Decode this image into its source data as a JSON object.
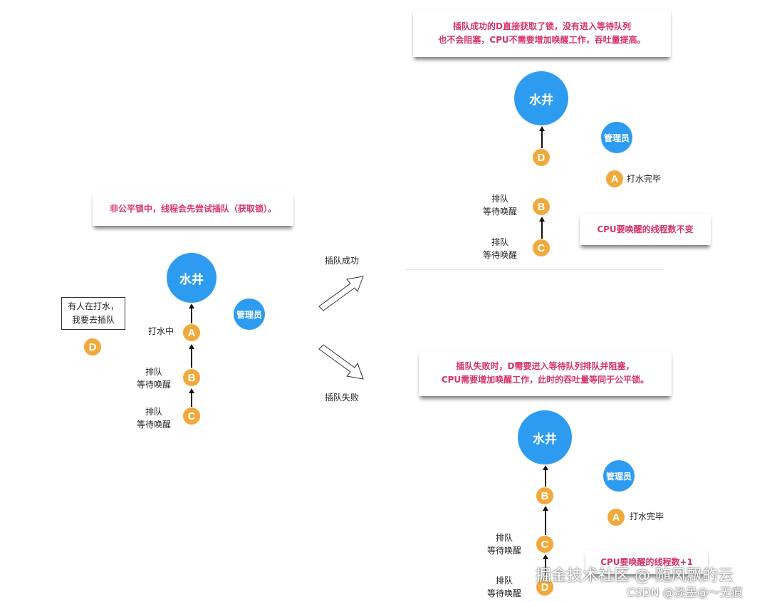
{
  "left": {
    "note": "非公平锁中，线程会先尝试插队（获取锁）。",
    "well": "水井",
    "admin": "管理员",
    "box": "有人在打水，\n我要去插队",
    "thread_d": "D",
    "thread_a": "A",
    "thread_b": "B",
    "thread_c": "C",
    "label_a": "打水中",
    "label_b": "排队\n等待唤醒",
    "label_c": "排队\n等待唤醒"
  },
  "arrows": {
    "success": "插队成功",
    "fail": "插队失败"
  },
  "top_right": {
    "note": "插队成功的D直接获取了锁，没有进入等待队列\n也不会阻塞，CPU不需要增加唤醒工作，吞吐量提高。",
    "well": "水井",
    "admin": "管理员",
    "thread_d": "D",
    "thread_a": "A",
    "label_a": "打水完毕",
    "thread_b": "B",
    "thread_c": "C",
    "label_b": "排队\n等待唤醒",
    "label_c": "排队\n等待唤醒",
    "cpu_note": "CPU要唤醒的线程数不变"
  },
  "bottom_right": {
    "note": "插队失败时，D需要进入等待队列排队并阻塞，\nCPU需要增加唤醒工作，此时的吞吐量等同于公平锁。",
    "well": "水井",
    "admin": "管理员",
    "thread_b": "B",
    "thread_a": "A",
    "label_a": "打水完毕",
    "thread_c": "C",
    "thread_d": "D",
    "label_c": "排队\n等待唤醒",
    "label_d": "排队\n等待唤醒",
    "cpu_note": "CPU要唤醒的线程数+1"
  },
  "watermarks": {
    "juejin": "掘金技术社区 @ 随风飘的云",
    "csdn": "CSDN @淡墨@～无痕"
  },
  "colors": {
    "well": "#2d9cf0",
    "thread": "#f2a93b",
    "note_text": "#d6336c"
  }
}
